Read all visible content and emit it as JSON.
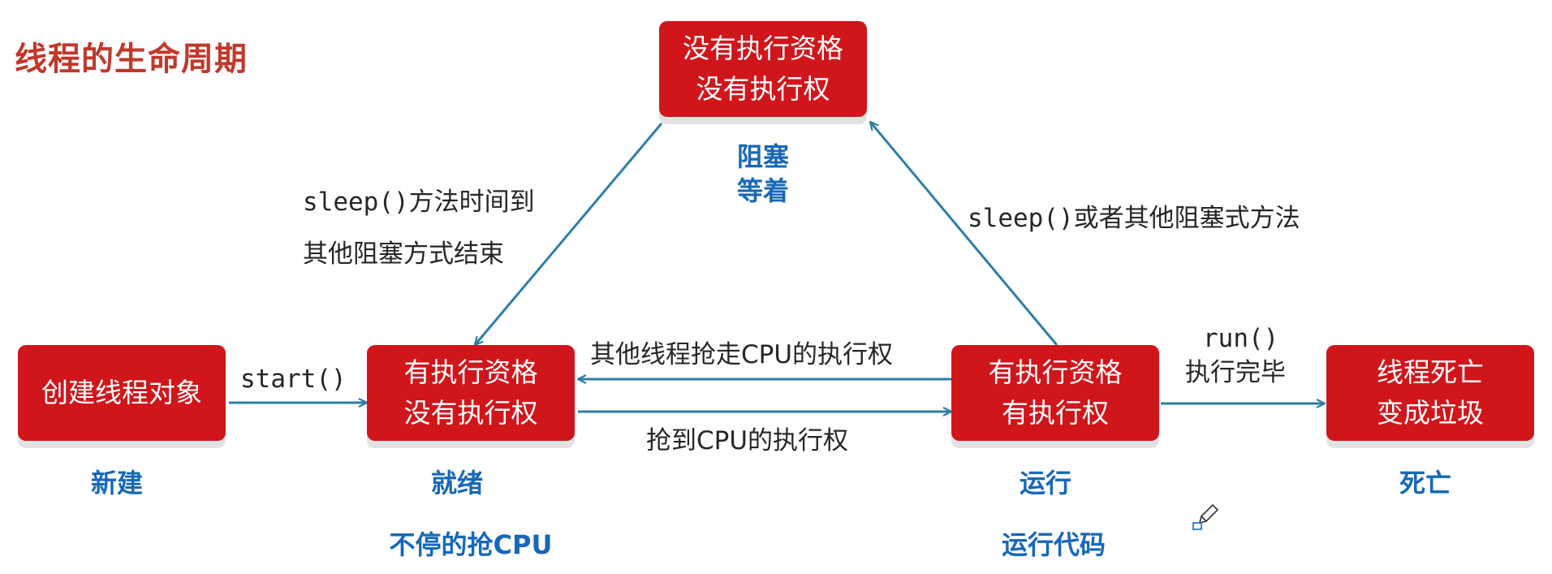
{
  "title": "线程的生命周期",
  "states": {
    "new": {
      "lines": [
        "创建线程对象"
      ],
      "caption": "新建",
      "caption2": ""
    },
    "ready": {
      "lines": [
        "有执行资格",
        "没有执行权"
      ],
      "caption": "就绪",
      "caption2": "不停的抢CPU"
    },
    "running": {
      "lines": [
        "有执行资格",
        "有执行权"
      ],
      "caption": "运行",
      "caption2": "运行代码"
    },
    "dead": {
      "lines": [
        "线程死亡",
        "变成垃圾"
      ],
      "caption": "死亡",
      "caption2": ""
    },
    "blocked": {
      "lines": [
        "没有执行资格",
        "没有执行权"
      ],
      "caption": "阻塞",
      "caption2": "等着"
    }
  },
  "edges": {
    "start": {
      "label": "start()"
    },
    "run_finished": {
      "label_line1": "run()",
      "label_line2": "执行完毕"
    },
    "running_to_ready": {
      "label": "其他线程抢走CPU的执行权"
    },
    "ready_to_running": {
      "label": "抢到CPU的执行权"
    },
    "running_to_blocked": {
      "label": "sleep()或者其他阻塞式方法"
    },
    "blocked_to_ready": {
      "label_line1": "sleep()方法时间到",
      "label_line2": "其他阻塞方式结束"
    }
  },
  "colors": {
    "state_fill": "#d0161b",
    "caption": "#1768b8",
    "arrow": "#2e7ea4",
    "title": "#c0392b"
  },
  "icons": {
    "cursor": "pencil-cursor-icon"
  }
}
